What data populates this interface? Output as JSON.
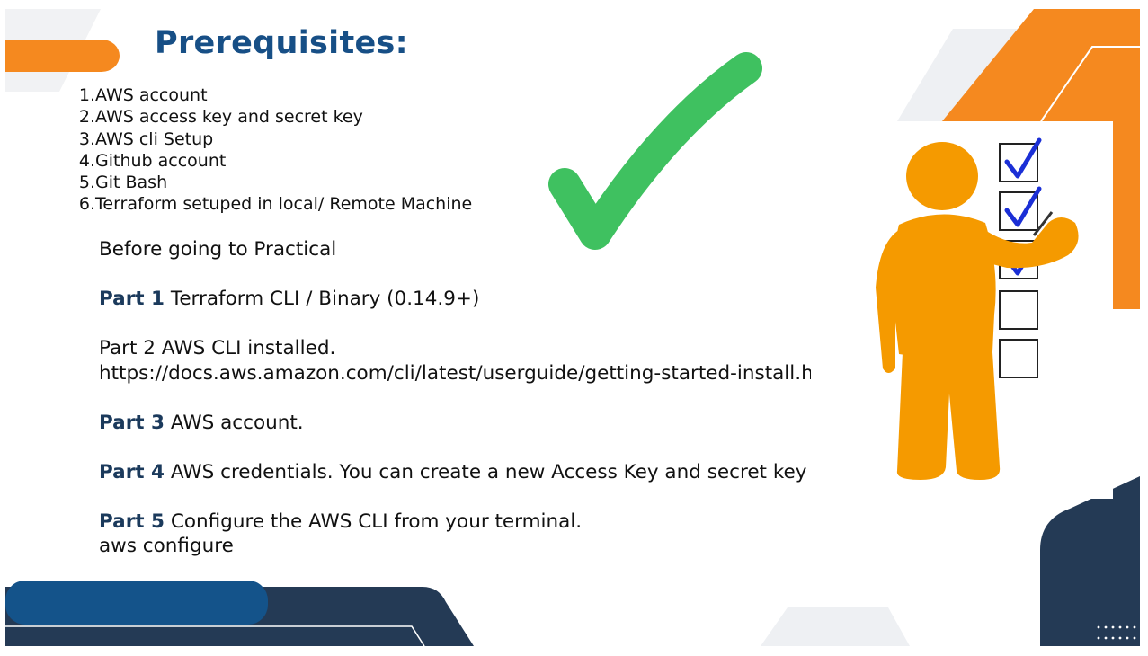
{
  "title": "Prerequisites:",
  "prereq_items": [
    {
      "num": "1.",
      "text": "AWS account"
    },
    {
      "num": "2.",
      "text": "AWS access key and secret key"
    },
    {
      "num": "3.",
      "text": "AWS cli Setup"
    },
    {
      "num": "4.",
      "text": "Github account"
    },
    {
      "num": "5.",
      "text": "Git Bash"
    },
    {
      "num": "6.",
      "text": "Terraform setuped in local/ Remote Machine"
    }
  ],
  "intro": "Before going to Practical",
  "parts": [
    {
      "label": "Part 1",
      "text": " Terraform CLI  / Binary (0.14.9+)",
      "bold_label": true
    },
    {
      "label": "Part 2",
      "text": " AWS CLI installed.",
      "bold_label": false,
      "extra": "https://docs.aws.amazon.com/cli/latest/userguide/getting-started-install.html"
    },
    {
      "label": "Part 3",
      "text": "  AWS account.",
      "bold_label": true
    },
    {
      "label": "Part 4",
      "text": " AWS credentials. You can create a new Access Key and secret key",
      "bold_label": true
    },
    {
      "label": "Part 5",
      "text": " Configure the AWS CLI from your terminal.",
      "bold_label": true,
      "extra": "aws configure"
    }
  ],
  "colors": {
    "title": "#174f86",
    "orange": "#f5891f",
    "navy": "#243a55",
    "blue": "#14538a",
    "check_green": "#3fc160",
    "figure": "#f59a00",
    "box_check": "#1b2fd6"
  },
  "icons": {
    "big_check": "green-checkmark-icon",
    "figure": "person-with-checklist-icon"
  },
  "checklist": [
    true,
    true,
    true,
    false,
    false
  ]
}
